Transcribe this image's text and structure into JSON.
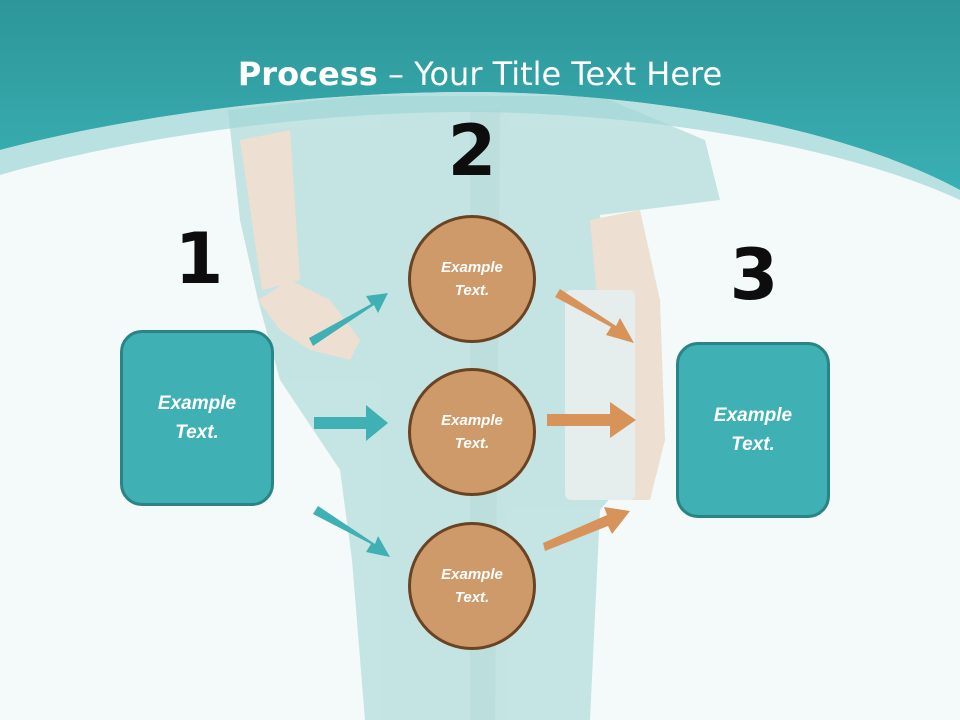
{
  "title": {
    "bold": "Process",
    "rest": " – Your Title Text Here"
  },
  "steps": [
    {
      "number": "1",
      "text": "Example\nText."
    },
    {
      "number": "2",
      "items": [
        "Example\nText.",
        "Example\nText.",
        "Example\nText."
      ]
    },
    {
      "number": "3",
      "text": "Example\nText."
    }
  ],
  "colors": {
    "teal": "#3fb0b3",
    "teal_dark": "#2a8486",
    "tan": "#cf9a6a",
    "tan_arrow": "#d7935a",
    "brown": "#6a4324",
    "header": "#2f9ea2"
  }
}
